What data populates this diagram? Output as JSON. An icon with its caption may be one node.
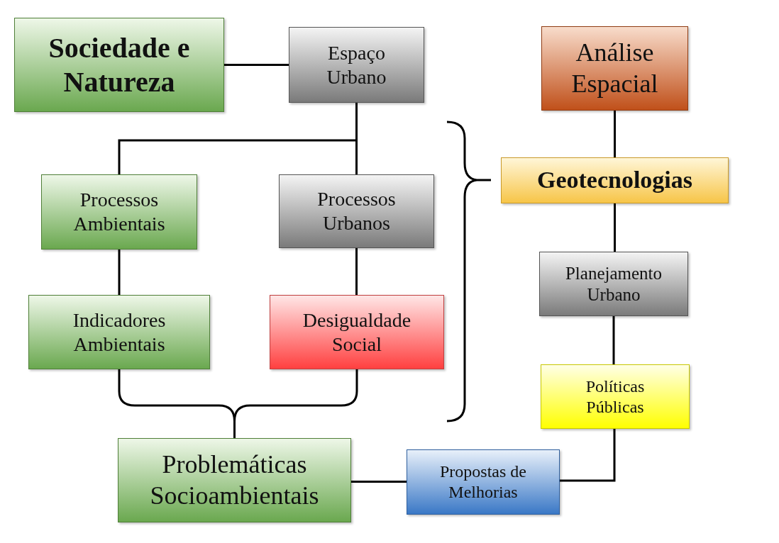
{
  "diagram": {
    "nodes": [
      {
        "text": [
          "Sociedade e Natureza"
        ]
      },
      {
        "text": [
          "Espaço Urbano"
        ]
      },
      {
        "text": [
          "Análise Espacial"
        ]
      },
      {
        "text": [
          "Processos Ambientais"
        ]
      },
      {
        "text": [
          "Processos Urbanos"
        ]
      },
      {
        "text": [
          "Geotecnologias"
        ]
      },
      {
        "text": [
          "Indicadores Ambientais"
        ]
      },
      {
        "text": [
          "Desigualdade Social"
        ]
      },
      {
        "text": [
          "Planejamento Urbano"
        ]
      },
      {
        "text": [
          "Políticas Públicas"
        ]
      },
      {
        "text": [
          "Problemáticas Socioambientais"
        ]
      },
      {
        "text": [
          "Propostas de Melhorias"
        ]
      }
    ],
    "edges": [
      {
        "from": 0,
        "to": 1,
        "arrow": "none"
      },
      {
        "from": 1,
        "to": 3,
        "arrow": "none"
      },
      {
        "from": 1,
        "to": 4,
        "arrow": "none"
      },
      {
        "from": 3,
        "to": 6,
        "arrow": "none"
      },
      {
        "from": 4,
        "to": 7,
        "arrow": "none"
      },
      {
        "from": 6,
        "to": 10,
        "arrow": "none"
      },
      {
        "from": 7,
        "to": 10,
        "arrow": "none"
      },
      {
        "from": 10,
        "to": 11,
        "arrow": "none"
      },
      {
        "from": 11,
        "to": 9,
        "arrow": "none"
      },
      {
        "from": 2,
        "to": 5,
        "arrow": "none"
      },
      {
        "from": 5,
        "to": 8,
        "arrow": "none"
      },
      {
        "from": 8,
        "to": 9,
        "arrow": "none"
      }
    ]
  }
}
